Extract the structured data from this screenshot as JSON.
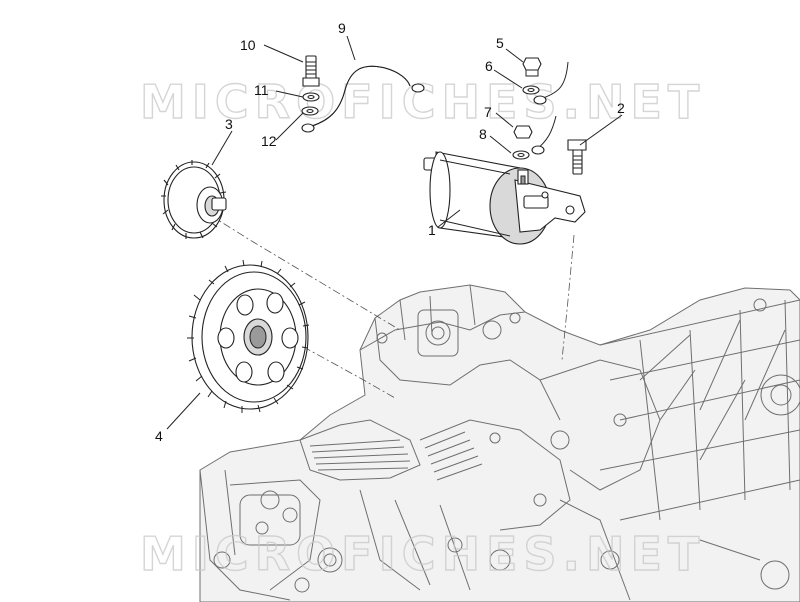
{
  "watermark": {
    "text_top": "MICROFICHES.NET",
    "text_bottom": "MICROFICHES.NET"
  },
  "callouts": {
    "n1": "1",
    "n2": "2",
    "n3": "3",
    "n4": "4",
    "n5": "5",
    "n6": "6",
    "n7": "7",
    "n8": "8",
    "n9": "9",
    "n10": "10",
    "n11": "11",
    "n12": "12"
  }
}
